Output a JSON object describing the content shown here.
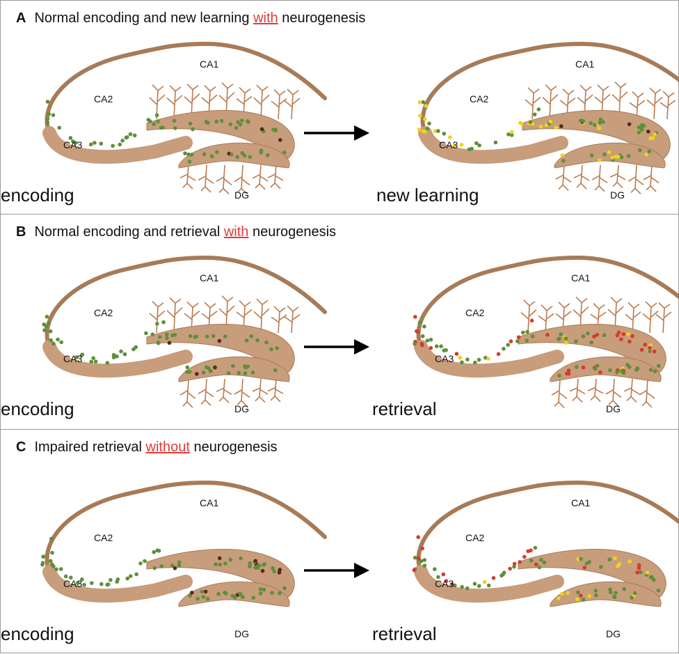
{
  "panels": [
    {
      "letter": "A",
      "title_before": "Normal encoding and new learning ",
      "title_keyword": "with",
      "title_after": " neurogenesis",
      "left": {
        "caption": "encoding",
        "state": "encoding",
        "dendrites": true
      },
      "right": {
        "caption": "new learning",
        "state": "new_learning",
        "dendrites": true
      }
    },
    {
      "letter": "B",
      "title_before": "Normal encoding and retrieval ",
      "title_keyword": "with",
      "title_after": " neurogenesis",
      "left": {
        "caption": "encoding",
        "state": "encoding",
        "dendrites": true
      },
      "right": {
        "caption": "retrieval",
        "state": "retrieval",
        "dendrites": true
      }
    },
    {
      "letter": "C",
      "title_before": "Impaired retrieval ",
      "title_keyword": "without",
      "title_after": " neurogenesis",
      "left": {
        "caption": "encoding",
        "state": "encoding",
        "dendrites": false
      },
      "right": {
        "caption": "retrieval",
        "state": "impaired",
        "dendrites": false
      }
    }
  ],
  "regions": {
    "ca1": "CA1",
    "ca2": "CA2",
    "ca3": "CA3",
    "dg": "DG"
  },
  "colors": {
    "tissue": "#c79d7c",
    "tissue_dark": "#a77b58",
    "cell_green": "#5e8f3a",
    "cell_yellow": "#f2d21b",
    "cell_red": "#d63b2b",
    "cell_dark": "#5a2a16",
    "dendrite": "#b97a4e",
    "keyword": "#e03a3a"
  }
}
